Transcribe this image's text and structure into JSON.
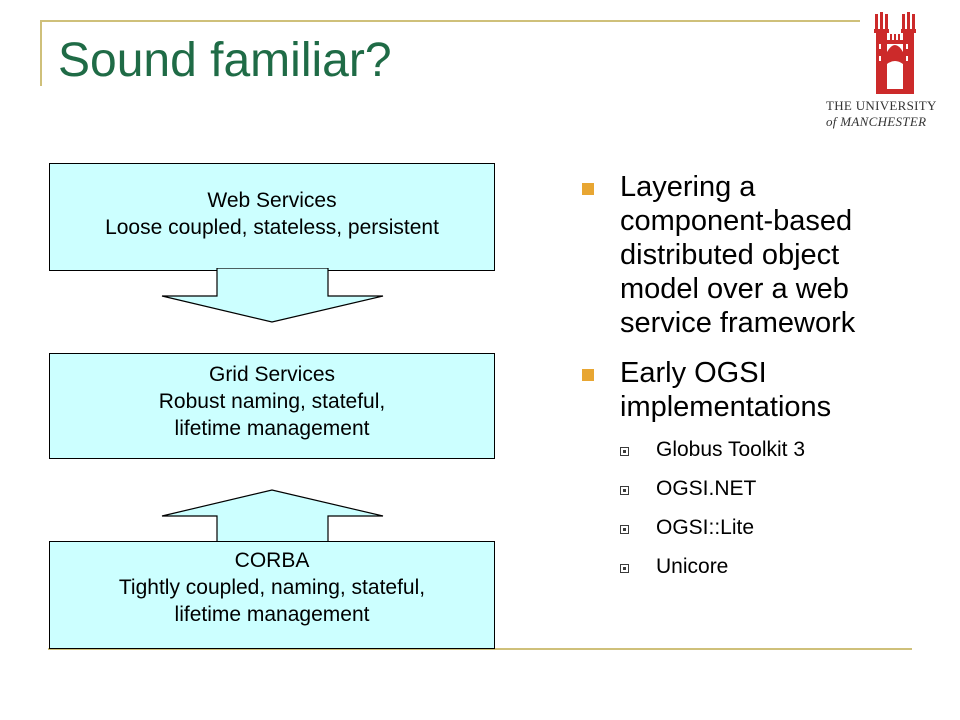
{
  "slide": {
    "title": "Sound familiar?"
  },
  "logo": {
    "line1": "THE UNIVERSITY",
    "line2": "of MANCHESTER",
    "icon": "university-crest-icon",
    "color": "#cc2a2a"
  },
  "diagram": {
    "web_services": {
      "line1": "Web Services",
      "line2": "Loose coupled, stateless, persistent"
    },
    "grid_services": {
      "line1": "Grid Services",
      "line2": "Robust naming, stateful,",
      "line3": "lifetime management"
    },
    "corba": {
      "line1": "CORBA",
      "line2": "Tightly coupled, naming, stateful,",
      "line3": "lifetime management"
    },
    "box_color": "#ccffff"
  },
  "bullets": {
    "item1": {
      "line1": "Layering a",
      "line2": "component-based",
      "line3": "distributed object",
      "line4": "model over a web",
      "line5": "service framework"
    },
    "item2": {
      "line1": "Early OGSI",
      "line2": "implementations"
    },
    "sub_items": [
      "Globus Toolkit 3",
      "OGSI.NET",
      "OGSI::Lite",
      "Unicore"
    ],
    "bullet_color": "#e8a632"
  },
  "colors": {
    "title": "#1f6b46",
    "frame": "#cfc07a"
  }
}
